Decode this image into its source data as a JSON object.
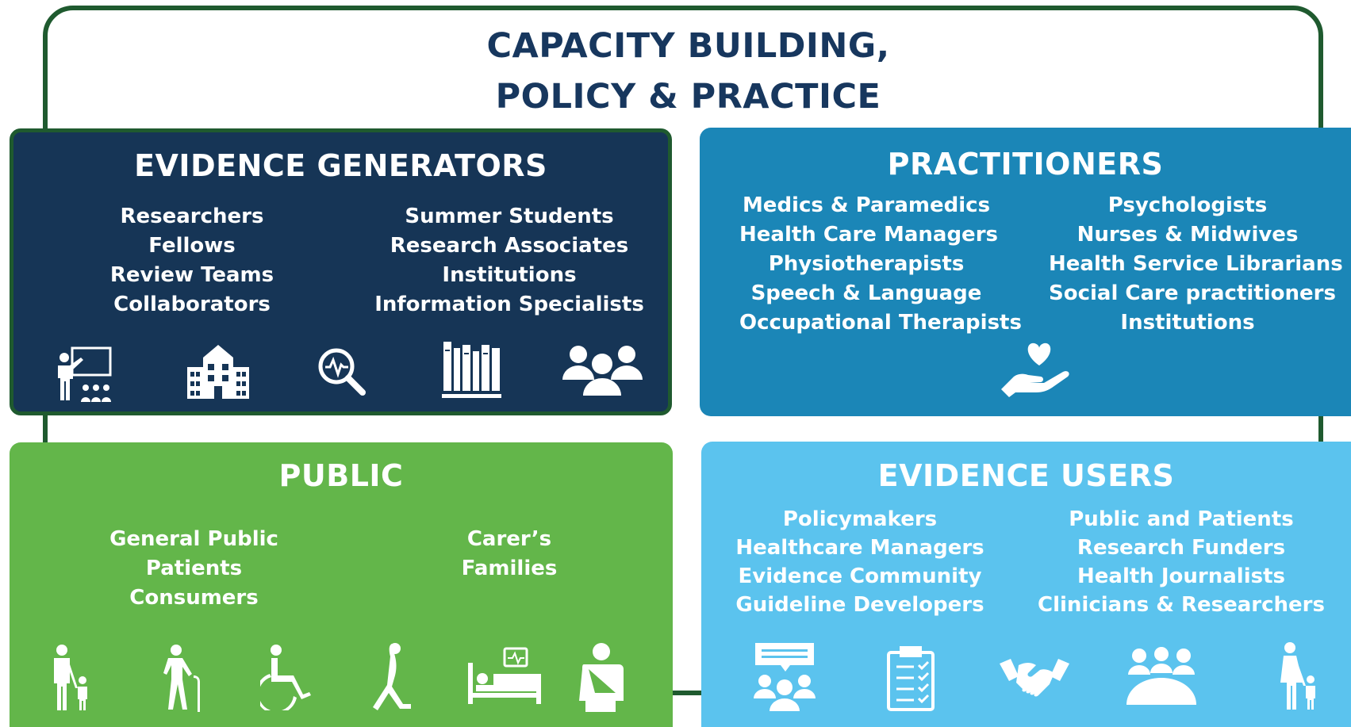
{
  "title": {
    "line1": "CAPACITY BUILDING,",
    "line2": "POLICY & PRACTICE"
  },
  "evidence_generators": {
    "title": "EVIDENCE GENERATORS",
    "left": [
      "Researchers",
      "Fellows",
      "Review Teams",
      "Collaborators"
    ],
    "right": [
      "Summer Students",
      "Research Associates",
      "Institutions",
      "Information Specialists"
    ],
    "icons": [
      "teacher-presentation-icon",
      "school-building-icon",
      "search-analysis-icon",
      "library-books-icon",
      "group-people-icon"
    ],
    "color": "#163556"
  },
  "practitioners": {
    "title": "PRACTITIONERS",
    "left": [
      "Medics & Paramedics",
      "Health Care Managers",
      "Physiotherapists",
      "Speech & Language",
      "Occupational Therapists"
    ],
    "right": [
      "Psychologists",
      "Nurses & Midwives",
      "Health Service Librarians",
      "Social Care practitioners",
      "Institutions"
    ],
    "icons": [
      "hand-heart-icon"
    ],
    "color": "#1b86b7"
  },
  "public": {
    "title": "PUBLIC",
    "left": [
      "General Public",
      "Patients",
      "Consumers"
    ],
    "right": [
      "Carer’s",
      "Families"
    ],
    "icons": [
      "parent-child-icon",
      "elderly-cane-icon",
      "wheelchair-icon",
      "exercise-icon",
      "hospital-bed-icon",
      "arm-sling-icon"
    ],
    "color": "#63b64a"
  },
  "evidence_users": {
    "title": "EVIDENCE USERS",
    "left": [
      "Policymakers",
      "Healthcare Managers",
      "Evidence Community",
      "Guideline Developers"
    ],
    "right": [
      "Public and Patients",
      "Research Funders",
      "Health Journalists",
      "Clinicians & Researchers"
    ],
    "icons": [
      "group-discussion-icon",
      "clipboard-checklist-icon",
      "handshake-icon",
      "meeting-table-icon",
      "mother-child-icon"
    ],
    "color": "#5bc3ee"
  },
  "frame_color": "#1f5a2f",
  "title_color": "#17375e"
}
